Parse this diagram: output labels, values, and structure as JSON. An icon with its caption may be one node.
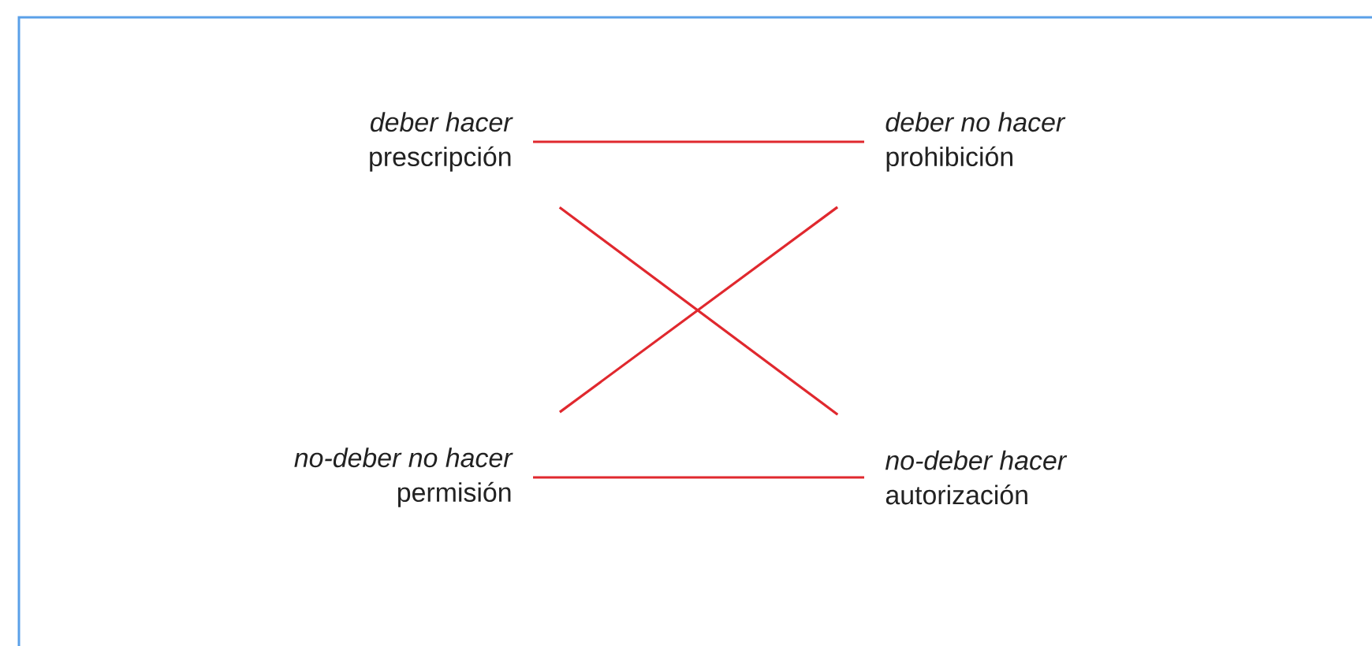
{
  "diagram": {
    "nodes": [
      {
        "text": [
          "deber hacer",
          "prescripción"
        ]
      },
      {
        "text": [
          "deber no hacer",
          "prohibición"
        ]
      },
      {
        "text": [
          "no-deber no hacer",
          "permisión"
        ]
      },
      {
        "text": [
          "no-deber hacer",
          "autorización"
        ]
      }
    ],
    "edges": [
      {
        "from": 0,
        "to": 1,
        "arrow": "none"
      },
      {
        "from": 0,
        "to": 3,
        "arrow": "none"
      },
      {
        "from": 2,
        "to": 1,
        "arrow": "none"
      },
      {
        "from": 2,
        "to": 3,
        "arrow": "none"
      }
    ]
  }
}
